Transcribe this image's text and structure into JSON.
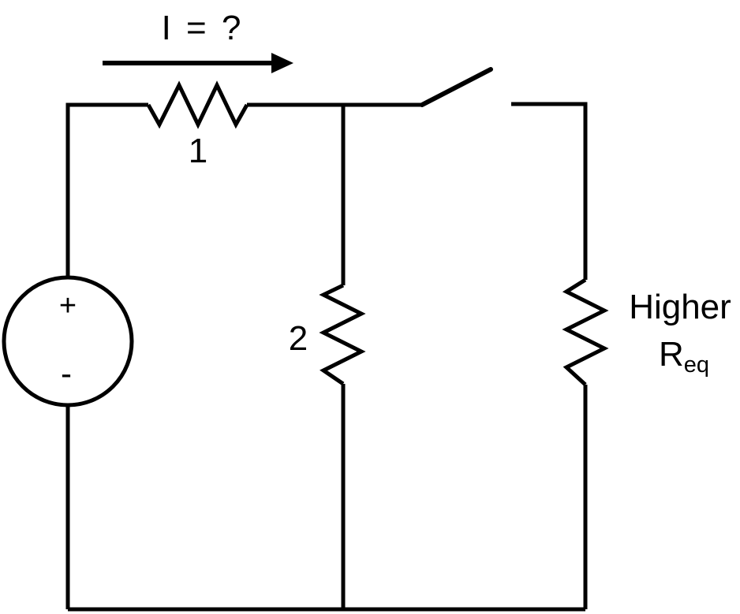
{
  "diagram": {
    "kind": "circuit-schematic",
    "labels": {
      "current": "I = ?",
      "resistor_series": "1",
      "resistor_parallel": "2",
      "equivalent_line1": "Higher",
      "equivalent_symbol": "R",
      "equivalent_subscript": "eq",
      "source_positive": "+",
      "source_negative": "-"
    },
    "colors": {
      "line": "#000000",
      "text": "#000000",
      "background": "#ffffff"
    }
  }
}
